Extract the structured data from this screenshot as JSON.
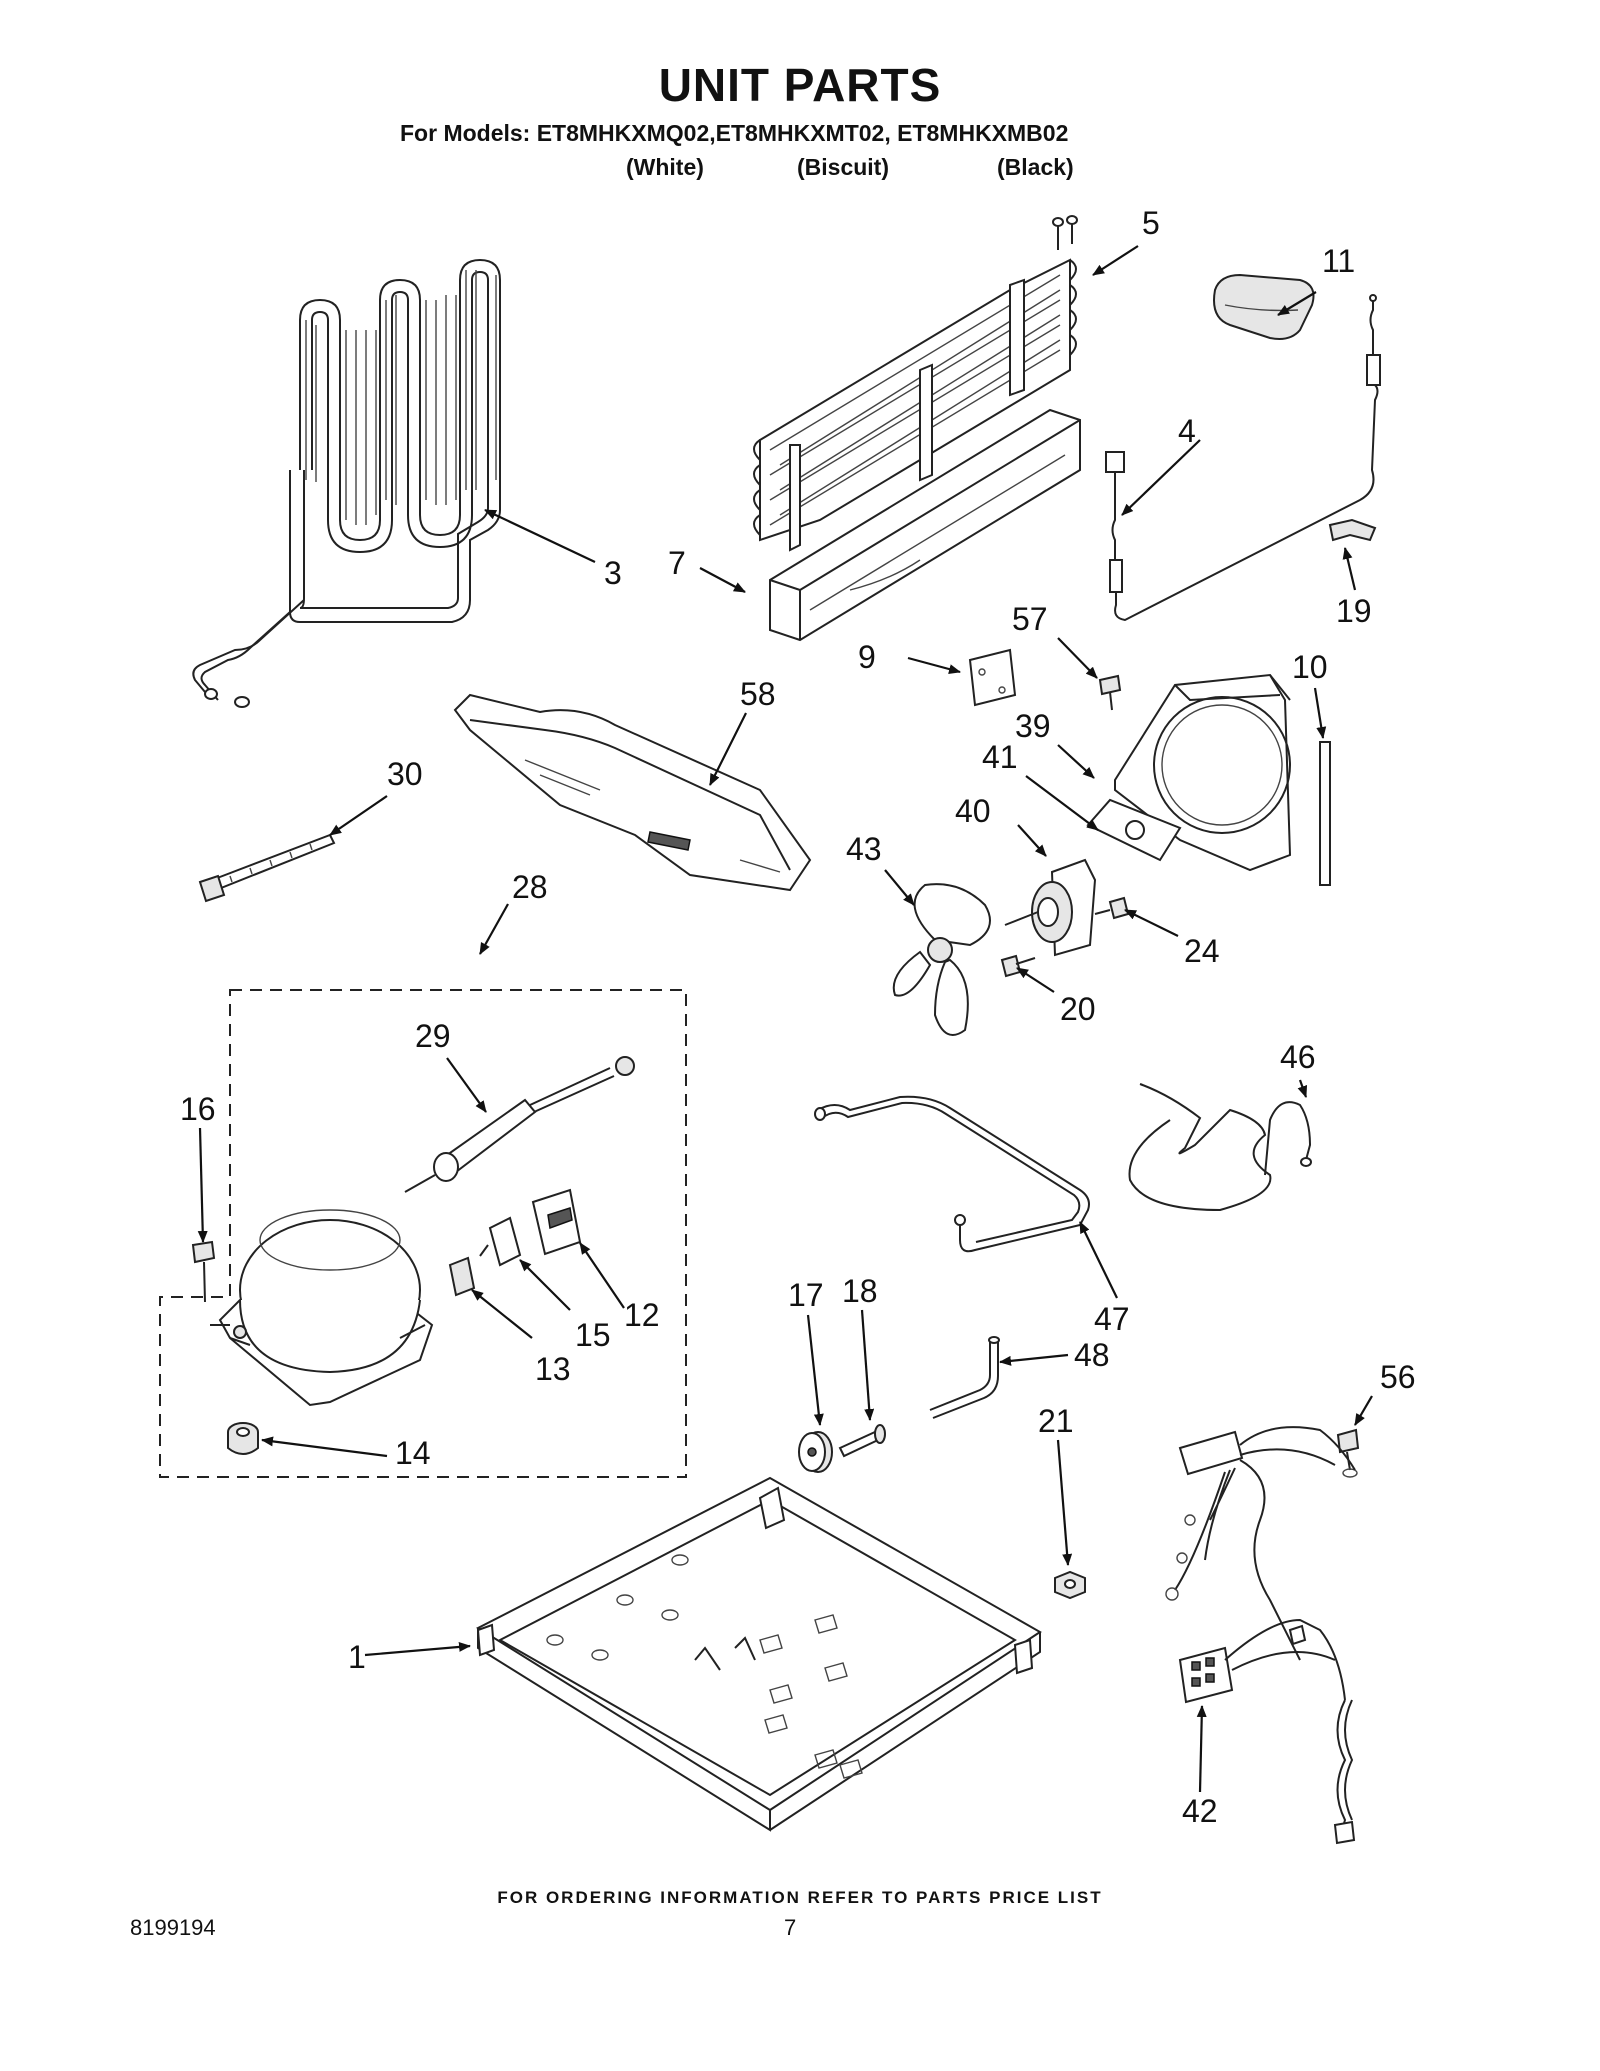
{
  "header": {
    "title": "UNIT PARTS",
    "models_line": "For Models: ET8MHKXMQ02,ET8MHKXMT02, ET8MHKXMB02",
    "finishes": [
      "(White)",
      "(Biscuit)",
      "(Black)"
    ]
  },
  "callouts": [
    "1",
    "3",
    "4",
    "5",
    "7",
    "9",
    "10",
    "11",
    "12",
    "13",
    "14",
    "15",
    "16",
    "17",
    "18",
    "19",
    "20",
    "21",
    "24",
    "28",
    "29",
    "30",
    "39",
    "40",
    "41",
    "42",
    "43",
    "46",
    "47",
    "48",
    "56",
    "57",
    "58"
  ],
  "footer": {
    "note": "FOR ORDERING INFORMATION REFER TO PARTS PRICE LIST",
    "doc_number": "8199194",
    "page_number": "7"
  }
}
